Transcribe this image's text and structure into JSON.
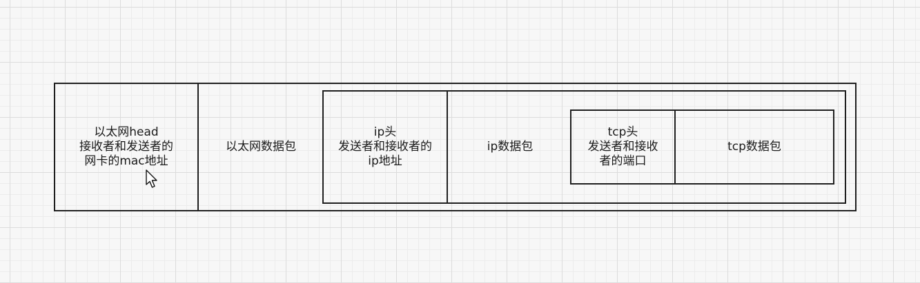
{
  "diagram": {
    "ethernet_head": "以太网head\n接收者和发送者的\n网卡的mac地址",
    "ethernet_packet": "以太网数据包",
    "ip_head": "ip头\n发送者和接收者的\nip地址",
    "ip_packet": "ip数据包",
    "tcp_head": "tcp头\n发送者和接收\n者的端口",
    "tcp_packet": "tcp数据包"
  },
  "icons": {
    "cursor": "mouse-pointer-icon"
  },
  "colors": {
    "stroke": "#1e1e1e",
    "background": "#f7f7f7",
    "grid": "#dcdcdc"
  }
}
